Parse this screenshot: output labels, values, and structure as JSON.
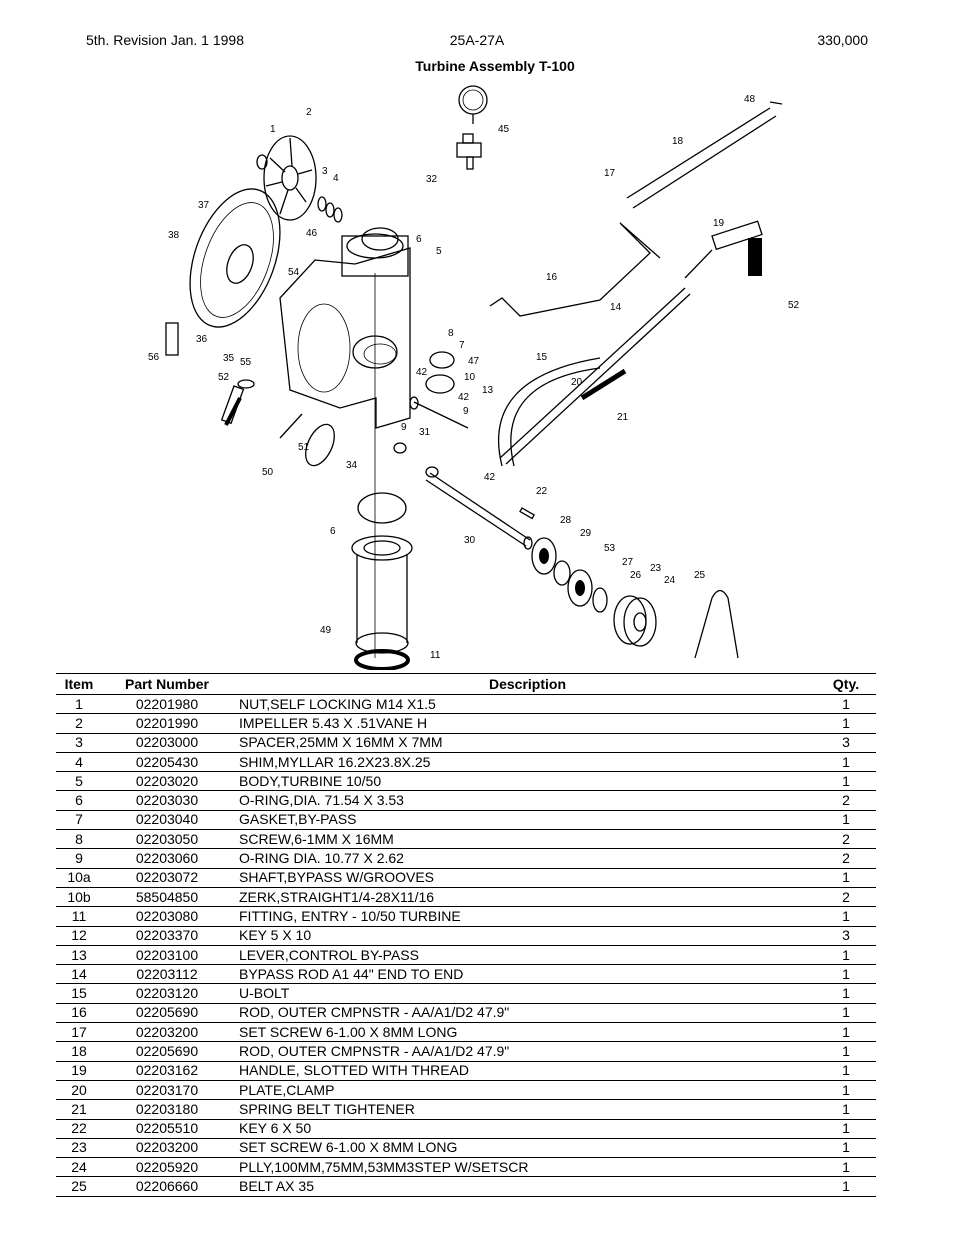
{
  "header": {
    "revision": "5th. Revision Jan. 1 1998",
    "model": "25A-27A",
    "code": "330,000",
    "title": "Turbine Assembly T-100"
  },
  "table": {
    "columns": [
      "Item",
      "Part Number",
      "Description",
      "Qty."
    ],
    "rows": [
      {
        "item": "1",
        "part": "02201980",
        "desc": "NUT,SELF LOCKING M14 X1.5",
        "qty": "1"
      },
      {
        "item": "2",
        "part": "02201990",
        "desc": "IMPELLER 5.43 X .51VANE H",
        "qty": "1"
      },
      {
        "item": "3",
        "part": "02203000",
        "desc": "SPACER,25MM X 16MM X 7MM",
        "qty": "3"
      },
      {
        "item": "4",
        "part": "02205430",
        "desc": "SHIM,MYLLAR 16.2X23.8X.25",
        "qty": "1"
      },
      {
        "item": "5",
        "part": "02203020",
        "desc": "BODY,TURBINE 10/50",
        "qty": "1"
      },
      {
        "item": "6",
        "part": "02203030",
        "desc": "O-RING,DIA. 71.54 X 3.53",
        "qty": "2"
      },
      {
        "item": "7",
        "part": "02203040",
        "desc": "GASKET,BY-PASS",
        "qty": "1"
      },
      {
        "item": "8",
        "part": "02203050",
        "desc": "SCREW,6-1MM X 16MM",
        "qty": "2"
      },
      {
        "item": "9",
        "part": "02203060",
        "desc": "O-RING DIA. 10.77 X 2.62",
        "qty": "2"
      },
      {
        "item": "10a",
        "part": "02203072",
        "desc": "SHAFT,BYPASS W/GROOVES",
        "qty": "1"
      },
      {
        "item": "10b",
        "part": "58504850",
        "desc": "ZERK,STRAIGHT1/4-28X11/16",
        "qty": "2"
      },
      {
        "item": "11",
        "part": "02203080",
        "desc": "FITTING, ENTRY - 10/50 TURBINE",
        "qty": "1"
      },
      {
        "item": "12",
        "part": "02203370",
        "desc": "KEY 5 X 10",
        "qty": "3"
      },
      {
        "item": "13",
        "part": "02203100",
        "desc": "LEVER,CONTROL BY-PASS",
        "qty": "1"
      },
      {
        "item": "14",
        "part": "02203112",
        "desc": "BYPASS ROD A1 44\" END TO END",
        "qty": "1"
      },
      {
        "item": "15",
        "part": "02203120",
        "desc": "U-BOLT",
        "qty": "1"
      },
      {
        "item": "16",
        "part": "02205690",
        "desc": "ROD, OUTER CMPNSTR - AA/A1/D2 47.9\"",
        "qty": "1"
      },
      {
        "item": "17",
        "part": "02203200",
        "desc": "SET SCREW 6-1.00 X 8MM LONG",
        "qty": "1"
      },
      {
        "item": "18",
        "part": "02205690",
        "desc": "ROD, OUTER CMPNSTR - AA/A1/D2 47.9\"",
        "qty": "1"
      },
      {
        "item": "19",
        "part": "02203162",
        "desc": "HANDLE, SLOTTED WITH THREAD",
        "qty": "1"
      },
      {
        "item": "20",
        "part": "02203170",
        "desc": "PLATE,CLAMP",
        "qty": "1"
      },
      {
        "item": "21",
        "part": "02203180",
        "desc": "SPRING BELT TIGHTENER",
        "qty": "1"
      },
      {
        "item": "22",
        "part": "02205510",
        "desc": "KEY 6 X 50",
        "qty": "1"
      },
      {
        "item": "23",
        "part": "02203200",
        "desc": "SET SCREW 6-1.00 X 8MM LONG",
        "qty": "1"
      },
      {
        "item": "24",
        "part": "02205920",
        "desc": "PLLY,100MM,75MM,53MM3STEP W/SETSCR",
        "qty": "1"
      },
      {
        "item": "25",
        "part": "02206660",
        "desc": "BELT AX 35",
        "qty": "1"
      }
    ]
  },
  "diagram": {
    "callouts": [
      "1",
      "2",
      "3",
      "4",
      "5",
      "6",
      "6",
      "7",
      "8",
      "9",
      "9",
      "10",
      "11",
      "13",
      "14",
      "15",
      "16",
      "17",
      "18",
      "19",
      "20",
      "21",
      "22",
      "23",
      "24",
      "25",
      "26",
      "27",
      "28",
      "29",
      "30",
      "31",
      "32",
      "34",
      "35",
      "36",
      "37",
      "38",
      "42",
      "42",
      "42",
      "45",
      "46",
      "47",
      "48",
      "49",
      "50",
      "51",
      "52",
      "52",
      "53",
      "54",
      "55",
      "56"
    ]
  }
}
